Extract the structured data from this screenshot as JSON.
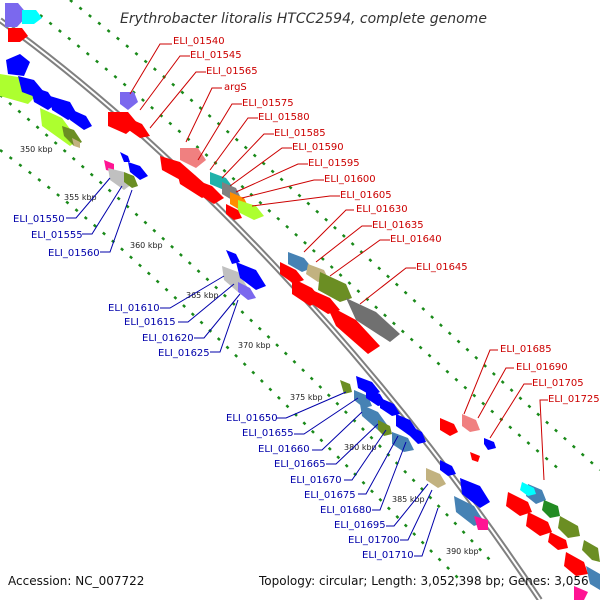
{
  "title": "Erythrobacter litoralis HTCC2594, complete genome",
  "accession": "Accession: NC_007722",
  "topology": "Topology: circular; Length: 3,052,398 bp; Genes: 3,056",
  "colors": {
    "red": "#ff0000",
    "blue": "#0000ff",
    "pink": "#f08080",
    "teal": "#20b2aa",
    "gray": "#808080",
    "orange": "#ff8c00",
    "lime": "#adff2f",
    "olive": "#6b8e23",
    "steel": "#4682b4",
    "lavender": "#7b68ee",
    "magenta": "#ff1493",
    "silver": "#c0c0c0",
    "green": "#228b22",
    "cyan": "#00ffff",
    "label_red": "#cc0000",
    "label_blue": "#0000aa",
    "dotted_track": "#1a8a1a",
    "backbone": "#808080"
  },
  "ticks": [
    {
      "label": "350 kbp"
    },
    {
      "label": "355 kbp"
    },
    {
      "label": "360 kbp"
    },
    {
      "label": "365 kbp"
    },
    {
      "label": "370 kbp"
    },
    {
      "label": "375 kbp"
    },
    {
      "label": "380 kbp"
    },
    {
      "label": "385 kbp"
    },
    {
      "label": "390 kbp"
    }
  ],
  "forward_labels": [
    "ELI_01540",
    "ELI_01545",
    "ELI_01565",
    "argS",
    "ELI_01575",
    "ELI_01580",
    "ELI_01585",
    "ELI_01590",
    "ELI_01595",
    "ELI_01600",
    "ELI_01605",
    "ELI_01630",
    "ELI_01635",
    "ELI_01640",
    "ELI_01645",
    "ELI_01685",
    "ELI_01690",
    "ELI_01705",
    "ELI_01725"
  ],
  "reverse_labels": [
    "ELI_01550",
    "ELI_01555",
    "ELI_01560",
    "ELI_01610",
    "ELI_01615",
    "ELI_01620",
    "ELI_01625",
    "ELI_01650",
    "ELI_01655",
    "ELI_01660",
    "ELI_01665",
    "ELI_01670",
    "ELI_01675",
    "ELI_01680",
    "ELI_01695",
    "ELI_01700",
    "ELI_01710"
  ]
}
